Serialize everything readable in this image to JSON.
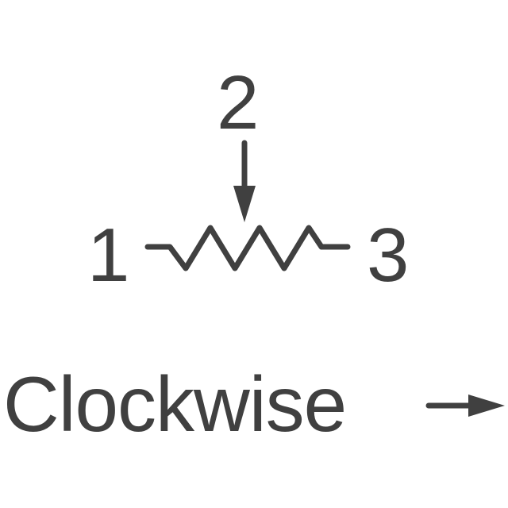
{
  "schematic": {
    "pin_1_label": "1",
    "pin_2_label": "2",
    "pin_3_label": "3",
    "caption": "Clockwise",
    "symbol": "potentiometer-symbol",
    "direction_icon": "arrow-right-icon",
    "wiper_icon": "arrow-down-icon"
  },
  "colors": {
    "ink": "#404040",
    "background": "#ffffff"
  }
}
